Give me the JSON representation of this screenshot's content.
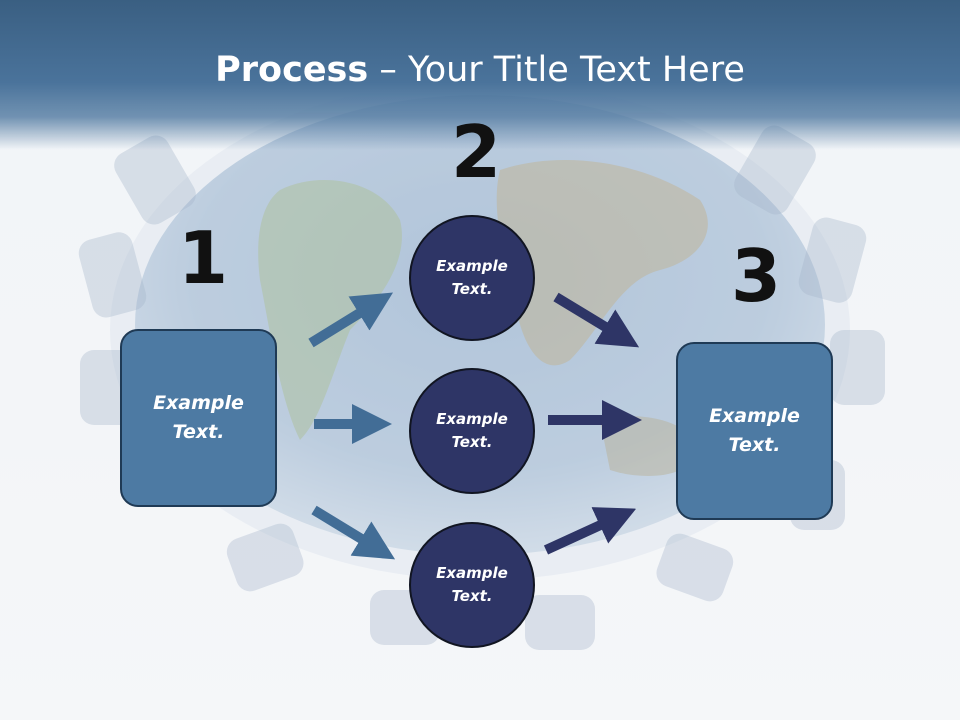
{
  "title": {
    "bold": "Process",
    "rest": " – Your Title Text Here"
  },
  "steps": {
    "one": "1",
    "two": "2",
    "three": "3"
  },
  "left_box": {
    "line1": "Example",
    "line2": "Text."
  },
  "right_box": {
    "line1": "Example",
    "line2": "Text."
  },
  "circles": [
    {
      "line1": "Example",
      "line2": "Text."
    },
    {
      "line1": "Example",
      "line2": "Text."
    },
    {
      "line1": "Example",
      "line2": "Text."
    }
  ],
  "colors": {
    "header": "#4a739b",
    "box": "#4d7aa3",
    "circle": "#2e3566",
    "arrow_light": "#426d96",
    "arrow_dark": "#2e3566"
  }
}
